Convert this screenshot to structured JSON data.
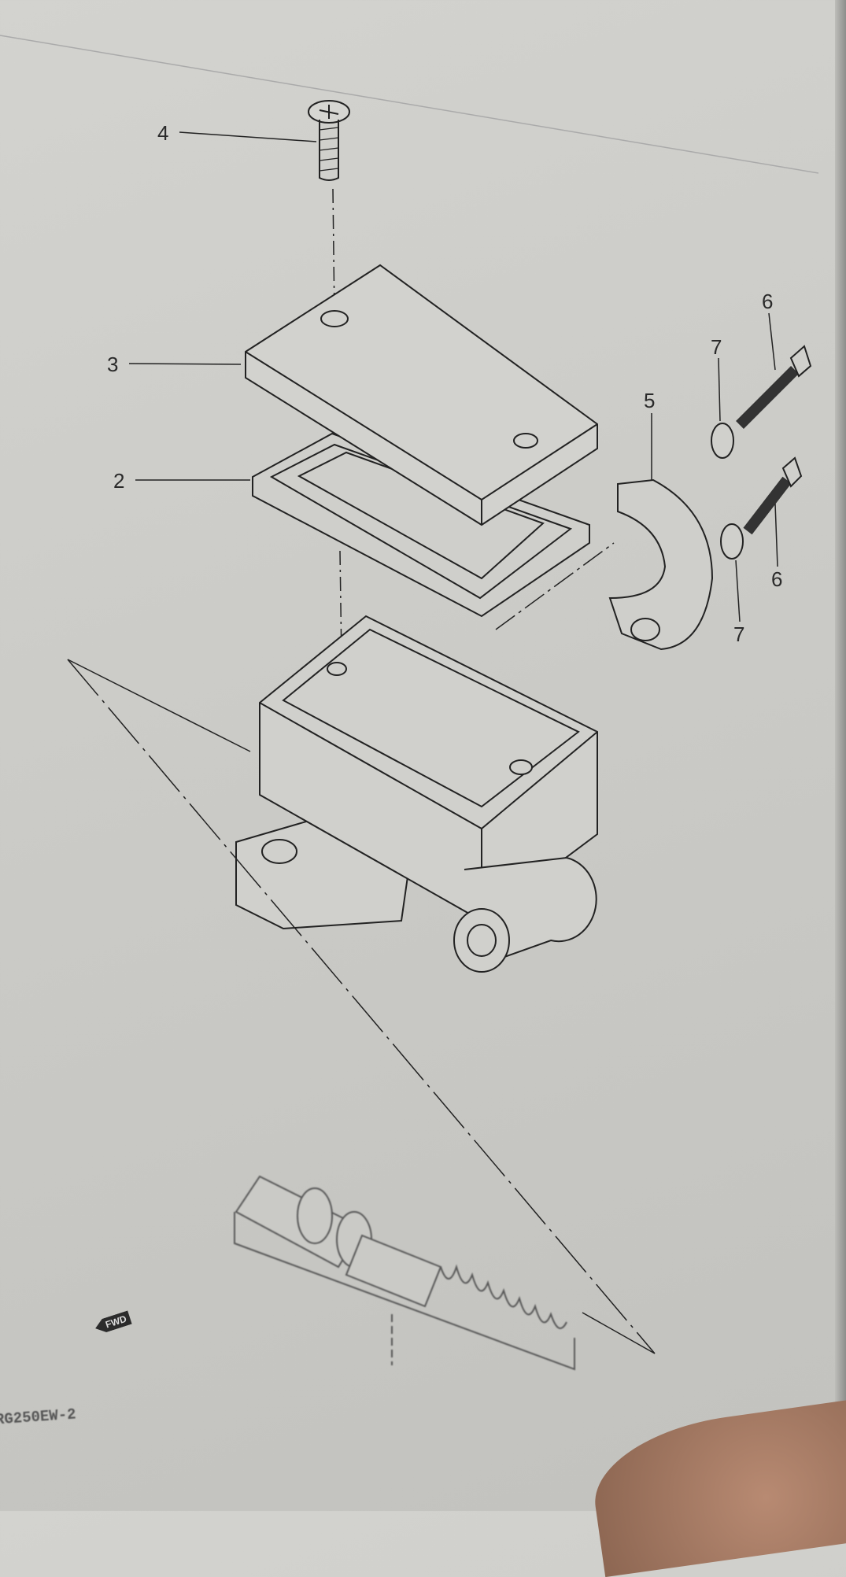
{
  "callouts": {
    "c4": "4",
    "c3": "3",
    "c2": "2",
    "c5": "5",
    "c6a": "6",
    "c6b": "6",
    "c7a": "7",
    "c7b": "7"
  },
  "fwd_label": "FWD",
  "page_code": "RG250EW-2"
}
